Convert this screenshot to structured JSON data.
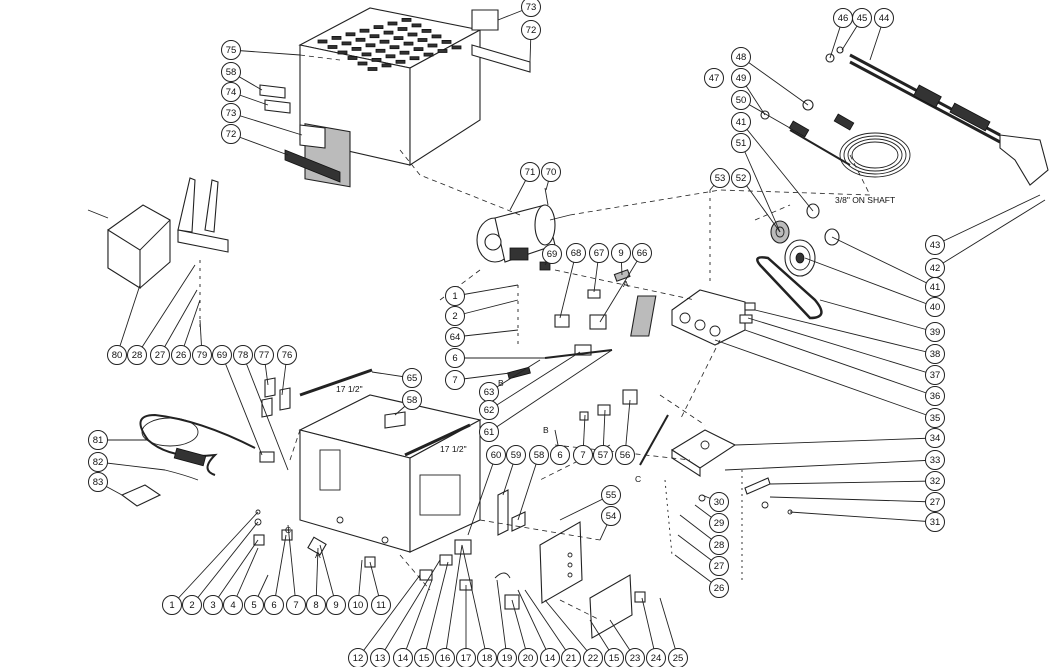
{
  "diagram": {
    "notes": {
      "shaft": "3/8\" ON SHAFT",
      "len_a": "17 1/2\"",
      "len_b": "17 1/2\"",
      "letter_a1": "A",
      "letter_a2": "A",
      "letter_b1": "B",
      "letter_b2": "B",
      "letter_c1": "C",
      "letter_c2": "C"
    },
    "callouts": [
      "73",
      "72",
      "75",
      "58",
      "74",
      "73",
      "72",
      "46",
      "45",
      "44",
      "48",
      "47",
      "49",
      "50",
      "41",
      "51",
      "3/8",
      "71",
      "70",
      "53",
      "52",
      "43",
      "42",
      "41",
      "40",
      "39",
      "38",
      "37",
      "36",
      "35",
      "34",
      "33",
      "32",
      "27",
      "31",
      "69",
      "68",
      "67",
      "9",
      "66",
      "1",
      "2",
      "64",
      "6",
      "7",
      "63",
      "62",
      "61",
      "80",
      "28",
      "27",
      "26",
      "79",
      "69",
      "78",
      "77",
      "76",
      "65",
      "58",
      "81",
      "82",
      "83",
      "57",
      "56",
      "7",
      "6",
      "60",
      "59",
      "58",
      "55",
      "54",
      "30",
      "29",
      "28",
      "27",
      "26",
      "1",
      "2",
      "3",
      "4",
      "5",
      "6",
      "7",
      "8",
      "9",
      "10",
      "11",
      "12",
      "13",
      "14",
      "15",
      "16",
      "17",
      "18",
      "19",
      "20",
      "14",
      "21",
      "22",
      "15",
      "23",
      "24",
      "25"
    ]
  }
}
